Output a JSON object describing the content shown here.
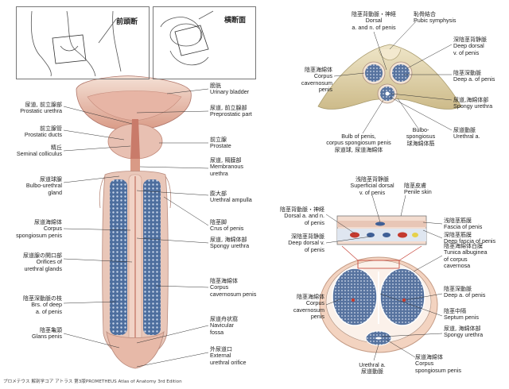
{
  "insets": {
    "frontal": "前頭断",
    "transverse": "横断面"
  },
  "labels": {
    "urinary_bladder": {
      "jp": "膀胱",
      "en": "Urinary bladder"
    },
    "preprostatic": {
      "jp": "尿道, 前立腺部",
      "en": "Preprostatic part"
    },
    "prostatic_urethra": {
      "jp": "尿道, 前立腺部",
      "en": "Prostatic urethra"
    },
    "prostatic_ducts": {
      "jp": "前立腺管",
      "en": "Prostatic ducts"
    },
    "seminal_colliculus": {
      "jp": "精丘",
      "en": "Seminal colliculus"
    },
    "prostate": {
      "jp": "前立腺",
      "en": "Prostate"
    },
    "membranous": {
      "jp": "尿道, 隔膜部",
      "en1": "Membranous",
      "en2": "urethra"
    },
    "bulbourethral": {
      "jp": "尿道球腺",
      "en1": "Bulbo-urethral",
      "en2": "gland"
    },
    "urethral_ampulla": {
      "jp": "膨大部",
      "en": "Urethral ampulla"
    },
    "crus_of_penis": {
      "jp": "陰茎脚",
      "en": "Crus of penis"
    },
    "spongy_urethra_l": {
      "jp": "尿道, 海綿体部",
      "en": "Spongy urethra"
    },
    "corpus_spong_l": {
      "jp": "尿道海綿体",
      "en1": "Corpus",
      "en2": "spongiosum penis"
    },
    "orifices": {
      "jp": "尿道腺の開口部",
      "en1": "Orifices of",
      "en2": "urethral glands"
    },
    "corpus_cav_l": {
      "jp": "陰茎海綿体",
      "en1": "Corpus",
      "en2": "cavernosum penis"
    },
    "brs_deep": {
      "jp": "陰茎深動脈の枝",
      "en1": "Brs. of deep",
      "en2": "a. of penis"
    },
    "navicular": {
      "jp": "尿道舟状窩",
      "en1": "Navicular",
      "en2": "fossa"
    },
    "glans": {
      "jp": "陰茎亀頭",
      "en": "Glans penis"
    },
    "external_orifice": {
      "jp": "外尿道口",
      "en1": "External",
      "en2": "urethral orifice"
    },
    "dorsal_a_n_top": {
      "jp": "陰茎背動脈・神経",
      "en1": "Dorsal",
      "en2": "a. and n. of penis"
    },
    "pubic_symphysis": {
      "jp": "恥骨結合",
      "en": "Pubic symphysis"
    },
    "corpus_cav_top": {
      "jp": "陰茎海綿体",
      "en1": "Corpus",
      "en2": "cavernosum",
      "en3": "penis"
    },
    "deep_dorsal_top": {
      "jp": "深陰茎背静脈",
      "en1": "Deep dorsal",
      "en2": "v. of penis"
    },
    "deep_a_top": {
      "jp": "陰茎深動脈",
      "en": "Deep a. of penis"
    },
    "spongy_top": {
      "jp": "尿道,海綿体部",
      "en": "Spongy urethra"
    },
    "urethral_a_top": {
      "jp": "尿道動脈",
      "en": "Urethral a."
    },
    "bulb_of_penis": {
      "en1": "Bulb of penis,",
      "en2": "corpus spongiosum penis",
      "jp": "尿道球, 尿道海綿体"
    },
    "bulbospongiosus": {
      "en1": "Bulbo-",
      "en2": "spongiosus",
      "jp": "球海綿体筋"
    },
    "superficial_dorsal": {
      "jp": "浅陰茎背静脈",
      "en1": "Superficial dorsal",
      "en2": "v. of penis"
    },
    "penile_skin": {
      "jp": "陰茎皮膚",
      "en": "Penile skin"
    },
    "fascia_of_penis": {
      "jp": "浅陰茎筋膜",
      "en": "Fascia of penis"
    },
    "deep_fascia": {
      "jp": "深陰茎筋膜",
      "en": "Deep fascia of penis"
    },
    "dorsal_a_n_bot": {
      "jp": "陰茎背動脈・神経",
      "en1": "Dorsal a. and n.",
      "en2": "of penis"
    },
    "deep_dorsal_bot": {
      "jp": "深陰茎背静脈",
      "en1": "Deep dorsal v.",
      "en2": "of penis"
    },
    "tunica": {
      "jp": "陰茎海綿体白膜",
      "en1": "Tunica albuginea",
      "en2": "of corpus",
      "en3": "cavernosa"
    },
    "deep_a_bot": {
      "jp": "陰茎深動脈",
      "en": "Deep a. of penis"
    },
    "corpus_cav_bot": {
      "jp": "陰茎海綿体",
      "en1": "Corpus",
      "en2": "cavernosum",
      "en3": "penis"
    },
    "septum": {
      "jp": "陰茎中隔",
      "en": "Septum penis"
    },
    "spongy_bot": {
      "jp": "尿道, 海綿体部",
      "en": "Spongy urethra"
    },
    "urethral_a_bot": {
      "en": "Urethral a.",
      "jp": "尿道動脈"
    },
    "corpus_spong_bot": {
      "jp": "尿道海綿体",
      "en1": "Corpus",
      "en2": "spongiosum penis"
    }
  },
  "credit": "プロメテウス 解剖学コア アトラス 第3版PROMETHEUS Atlas of Anatomy 3rd Edition"
}
